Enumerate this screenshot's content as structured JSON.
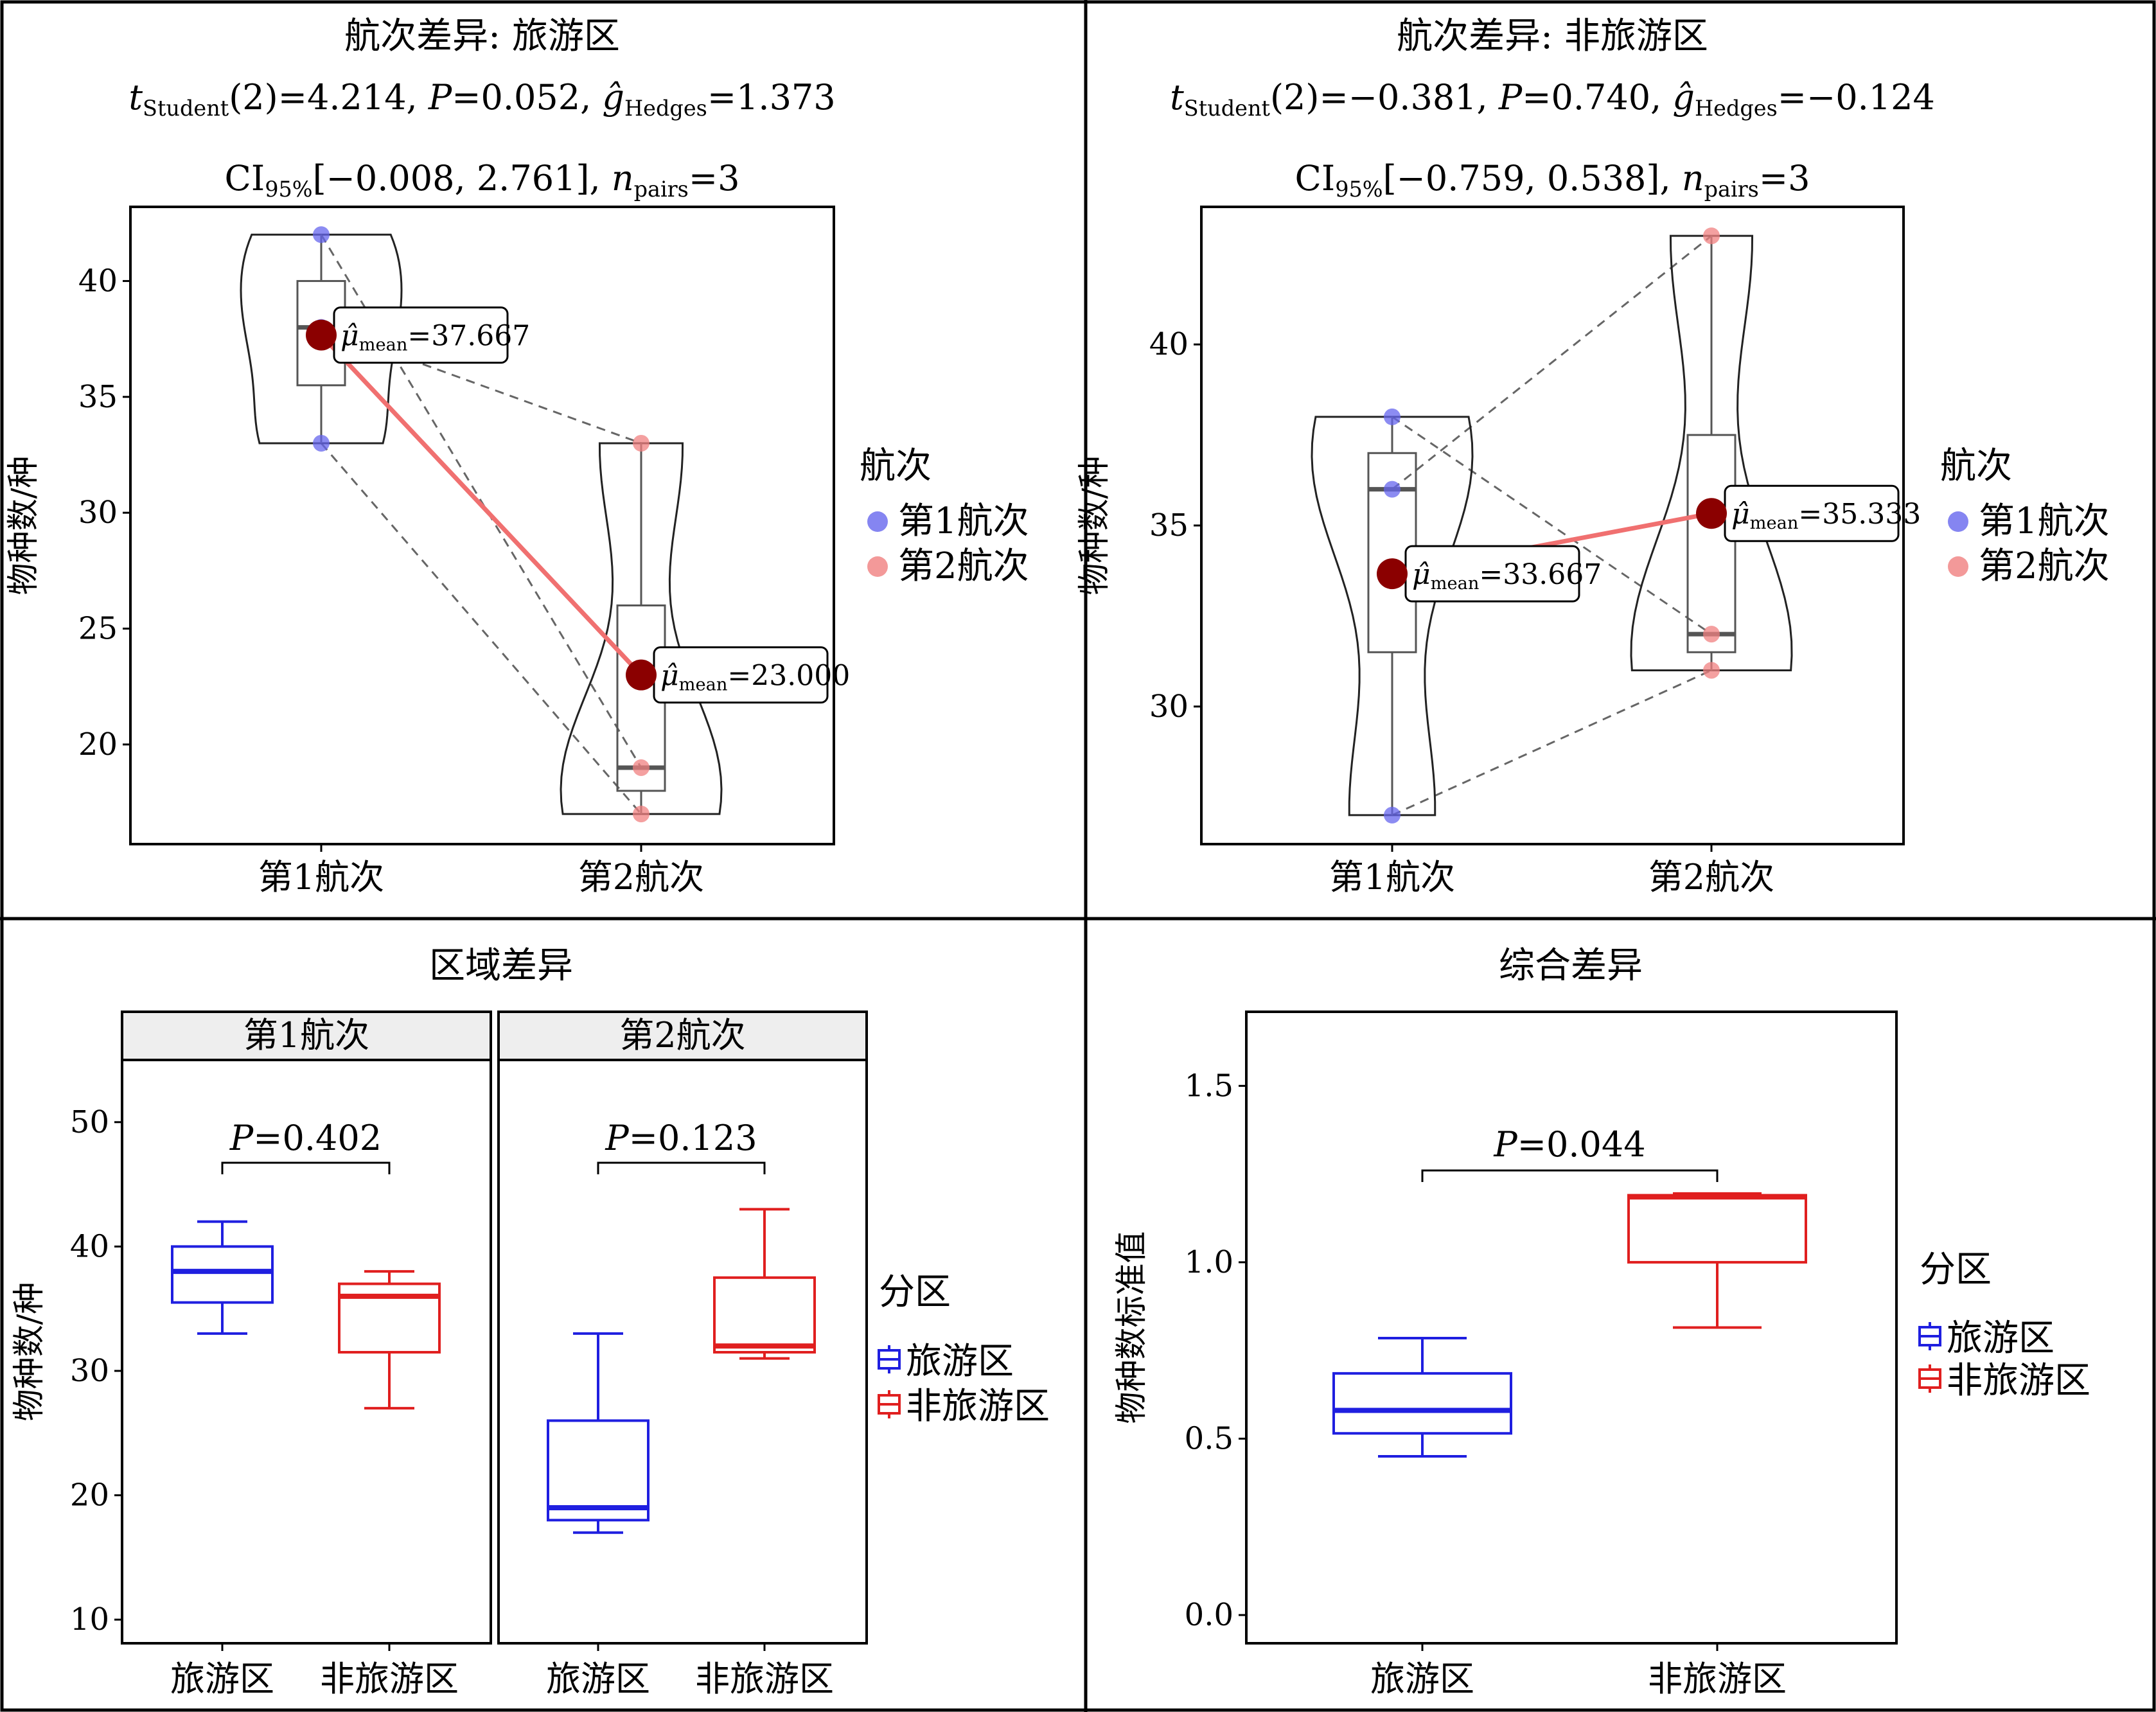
{
  "colors": {
    "trip1": "#6666ee",
    "trip2": "#f08080",
    "mean": "#8b0000",
    "mean_line": "#f07070",
    "tourist": "#1f1fe0",
    "nontourist": "#e01f1f",
    "strip_bg": "#eeeeee"
  },
  "chart_data": [
    {
      "type": "violin",
      "title": "航次差异: 旅游区",
      "subtitle_line1": "tStudent(2)=4.214, P=0.052, ĝHedges=1.373",
      "subtitle_line2": "CI95%[−0.008, 2.761], npairs=3",
      "stat": {
        "t_sub": "Student",
        "t_rest": "(2)=4.214, ",
        "p_label": "P",
        "p_rest": "=0.052, ",
        "g_sub": "Hedges",
        "g_rest": "=1.373",
        "ci_prefix": "CI",
        "ci_sub": "95%",
        "ci_rest": "[−0.008, 2.761], ",
        "n_label": "n",
        "n_sub": "pairs",
        "n_rest": "=3"
      },
      "ylabel": "物种数/种",
      "ylim": [
        15.7,
        43.2
      ],
      "yticks": [
        20,
        25,
        30,
        35,
        40
      ],
      "categories": [
        "第1航次",
        "第2航次"
      ],
      "series": [
        {
          "name": "第1航次",
          "values": [
            42,
            38,
            33
          ],
          "mean": 37.667,
          "mean_label": "=37.667",
          "box": {
            "min": 33,
            "q1": 35.5,
            "median": 38,
            "q3": 40,
            "max": 42
          },
          "violin_range": [
            33,
            42
          ]
        },
        {
          "name": "第2航次",
          "values": [
            33,
            19,
            17
          ],
          "mean": 23.0,
          "mean_label": "=23.000",
          "box": {
            "min": 17,
            "q1": 18,
            "median": 19,
            "q3": 26,
            "max": 33
          },
          "violin_range": [
            17,
            33
          ]
        }
      ],
      "pairs": [
        [
          42,
          19
        ],
        [
          38,
          33
        ],
        [
          33,
          17
        ]
      ],
      "mean_sub": "mean",
      "legend_title": "航次",
      "legend": [
        "第1航次",
        "第2航次"
      ]
    },
    {
      "type": "violin",
      "title": "航次差异: 非旅游区",
      "subtitle_line1": "tStudent(2)=−0.381, P=0.740, ĝHedges=−0.124",
      "subtitle_line2": "CI95%[−0.759, 0.538], npairs=3",
      "stat": {
        "t_sub": "Student",
        "t_rest": "(2)=−0.381, ",
        "p_label": "P",
        "p_rest": "=0.740, ",
        "g_sub": "Hedges",
        "g_rest": "=−0.124",
        "ci_prefix": "CI",
        "ci_sub": "95%",
        "ci_rest": "[−0.759, 0.538], ",
        "n_label": "n",
        "n_sub": "pairs",
        "n_rest": "=3"
      },
      "ylabel": "物种数/种",
      "ylim": [
        26.2,
        43.8
      ],
      "yticks": [
        30,
        35,
        40
      ],
      "categories": [
        "第1航次",
        "第2航次"
      ],
      "series": [
        {
          "name": "第1航次",
          "values": [
            38,
            36,
            27
          ],
          "mean": 33.667,
          "mean_label": "=33.667",
          "box": {
            "min": 27,
            "q1": 31.5,
            "median": 36,
            "q3": 37,
            "max": 38
          },
          "violin_range": [
            27,
            38
          ]
        },
        {
          "name": "第2航次",
          "values": [
            43,
            32,
            31
          ],
          "mean": 35.333,
          "mean_label": "=35.333",
          "box": {
            "min": 31,
            "q1": 31.5,
            "median": 32,
            "q3": 37.5,
            "max": 43
          },
          "violin_range": [
            31,
            43
          ]
        }
      ],
      "pairs": [
        [
          38,
          32
        ],
        [
          36,
          43
        ],
        [
          27,
          31
        ]
      ],
      "mean_sub": "mean",
      "legend_title": "航次",
      "legend": [
        "第1航次",
        "第2航次"
      ]
    },
    {
      "type": "box",
      "title": "区域差异",
      "ylabel": "物种数/种",
      "ylim": [
        8.1,
        55
      ],
      "yticks": [
        10,
        20,
        30,
        40,
        50
      ],
      "facets": [
        {
          "strip": "第1航次",
          "categories": [
            "旅游区",
            "非旅游区"
          ],
          "boxes": [
            {
              "min": 33,
              "q1": 35.5,
              "median": 38,
              "q3": 40,
              "max": 42
            },
            {
              "min": 27,
              "q1": 31.5,
              "median": 36,
              "q3": 37,
              "max": 38
            }
          ],
          "p_value": "P=0.402",
          "p_label": "P",
          "p_rest": "=0.402"
        },
        {
          "strip": "第2航次",
          "categories": [
            "旅游区",
            "非旅游区"
          ],
          "boxes": [
            {
              "min": 17,
              "q1": 18,
              "median": 19,
              "q3": 26,
              "max": 33
            },
            {
              "min": 31,
              "q1": 31.5,
              "median": 32,
              "q3": 37.5,
              "max": 43
            }
          ],
          "p_value": "P=0.123",
          "p_label": "P",
          "p_rest": "=0.123"
        }
      ],
      "legend_title": "分区",
      "legend": [
        "旅游区",
        "非旅游区"
      ]
    },
    {
      "type": "box",
      "title": "综合差异",
      "ylabel": "物种数标准值",
      "ylim": [
        -0.08,
        1.71
      ],
      "yticks": [
        0.0,
        0.5,
        1.0,
        1.5
      ],
      "ytick_labels": [
        "0.0",
        "0.5",
        "1.0",
        "1.5"
      ],
      "categories": [
        "旅游区",
        "非旅游区"
      ],
      "boxes": [
        {
          "min": 0.45,
          "q1": 0.515,
          "median": 0.58,
          "q3": 0.685,
          "max": 0.785
        },
        {
          "min": 0.815,
          "q1": 1.0,
          "median": 1.185,
          "q3": 1.19,
          "max": 1.195
        }
      ],
      "p_value": "P=0.044",
      "p_label": "P",
      "p_rest": "=0.044",
      "legend_title": "分区",
      "legend": [
        "旅游区",
        "非旅游区"
      ]
    }
  ]
}
